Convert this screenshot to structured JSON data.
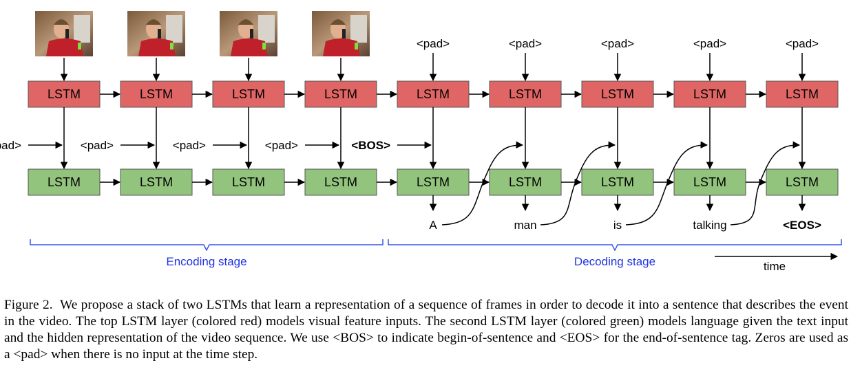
{
  "diagram": {
    "lstm_label": "LSTM",
    "encoder_steps": 4,
    "pad_label": "<pad>",
    "bos_label": "<BOS>",
    "words": [
      "A",
      "man",
      "is",
      "talking",
      "<EOS>"
    ],
    "encoding_stage": "Encoding stage",
    "decoding_stage": "Decoding stage",
    "time_label": "time",
    "colors": {
      "top_lstm_fill": "#e06666",
      "bottom_lstm_fill": "#93c47d",
      "brace": "#3355ee",
      "stage_text": "#2233dd"
    },
    "frame_image": "video-frame-man-on-phone"
  },
  "caption": {
    "label": "Figure 2.",
    "text": "We propose a stack of two LSTMs that learn a representation of a sequence of frames in order to decode it into a sentence that describes the event in the video. The top LSTM layer (colored red) models visual feature inputs. The second LSTM layer (colored green) models language given the text input and the hidden representation of the video sequence. We use <BOS> to indicate begin-of-sentence and <EOS> for the end-of-sentence tag. Zeros are used as a <pad> when there is no input at the time step."
  }
}
